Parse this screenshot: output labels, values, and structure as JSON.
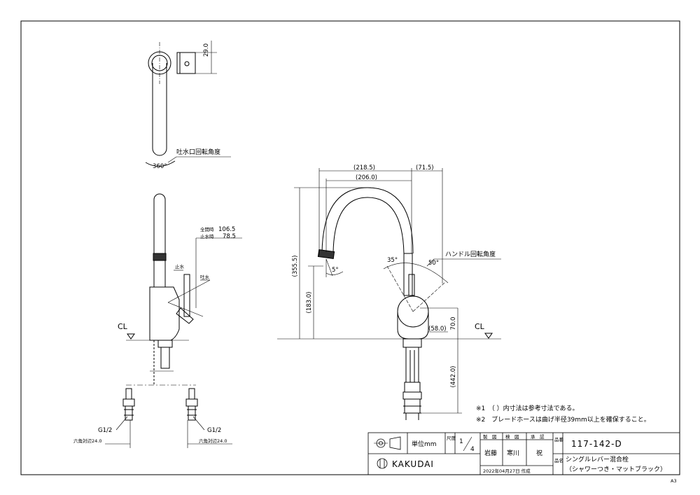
{
  "sheet": {
    "size_mark": "A3"
  },
  "labels": {
    "spout_rotation": "吐水口回転角度",
    "spout_angle": "360°",
    "handle_rotation": "ハンドル回転角度",
    "angle_left": "35°",
    "angle_right": "50°",
    "angle_tip": "5°",
    "stop_water": "止水",
    "discharge_water": "吐水",
    "cl_left": "CL",
    "cl_right": "CL",
    "full_open": "全開時",
    "full_open_val": "106.5",
    "stop_label": "止水時",
    "stop_val": "78.5",
    "g_left": "G1/2",
    "g_right": "G1/2",
    "hex_left": "六角対辺24.0",
    "hex_right": "六角対辺24.0"
  },
  "dims": {
    "top_29": "29.0",
    "w218": "(218.5)",
    "w71": "(71.5)",
    "w206": "(206.0)",
    "h355": "(355.5)",
    "h183": "(183.0)",
    "w58": "(58.0)",
    "h70": "70.0",
    "h442": "(442.0)"
  },
  "notes": {
    "n1": "※1　（ ）内寸法は参考寸法である。",
    "n2": "※2　ブレードホースは曲げ半径39mm以上を確保すること。"
  },
  "title_block": {
    "unit": "単位mm",
    "scale_label": "尺度",
    "scale_num": "1",
    "scale_den": "4",
    "h_drawn": "製　図",
    "h_checked": "検　図",
    "h_approved": "承　認",
    "drawn_by": "岩藤",
    "checked_by": "寒川",
    "approved_by": "祝",
    "date": "2022年04月27日 作成",
    "brand": "KAKUDAI",
    "part_no_label": "品番",
    "part_no": "117-142-D",
    "name_label": "品名",
    "name_l1": "シングルレバー混合栓",
    "name_l2": "（シャワーつき・マットブラック）"
  }
}
